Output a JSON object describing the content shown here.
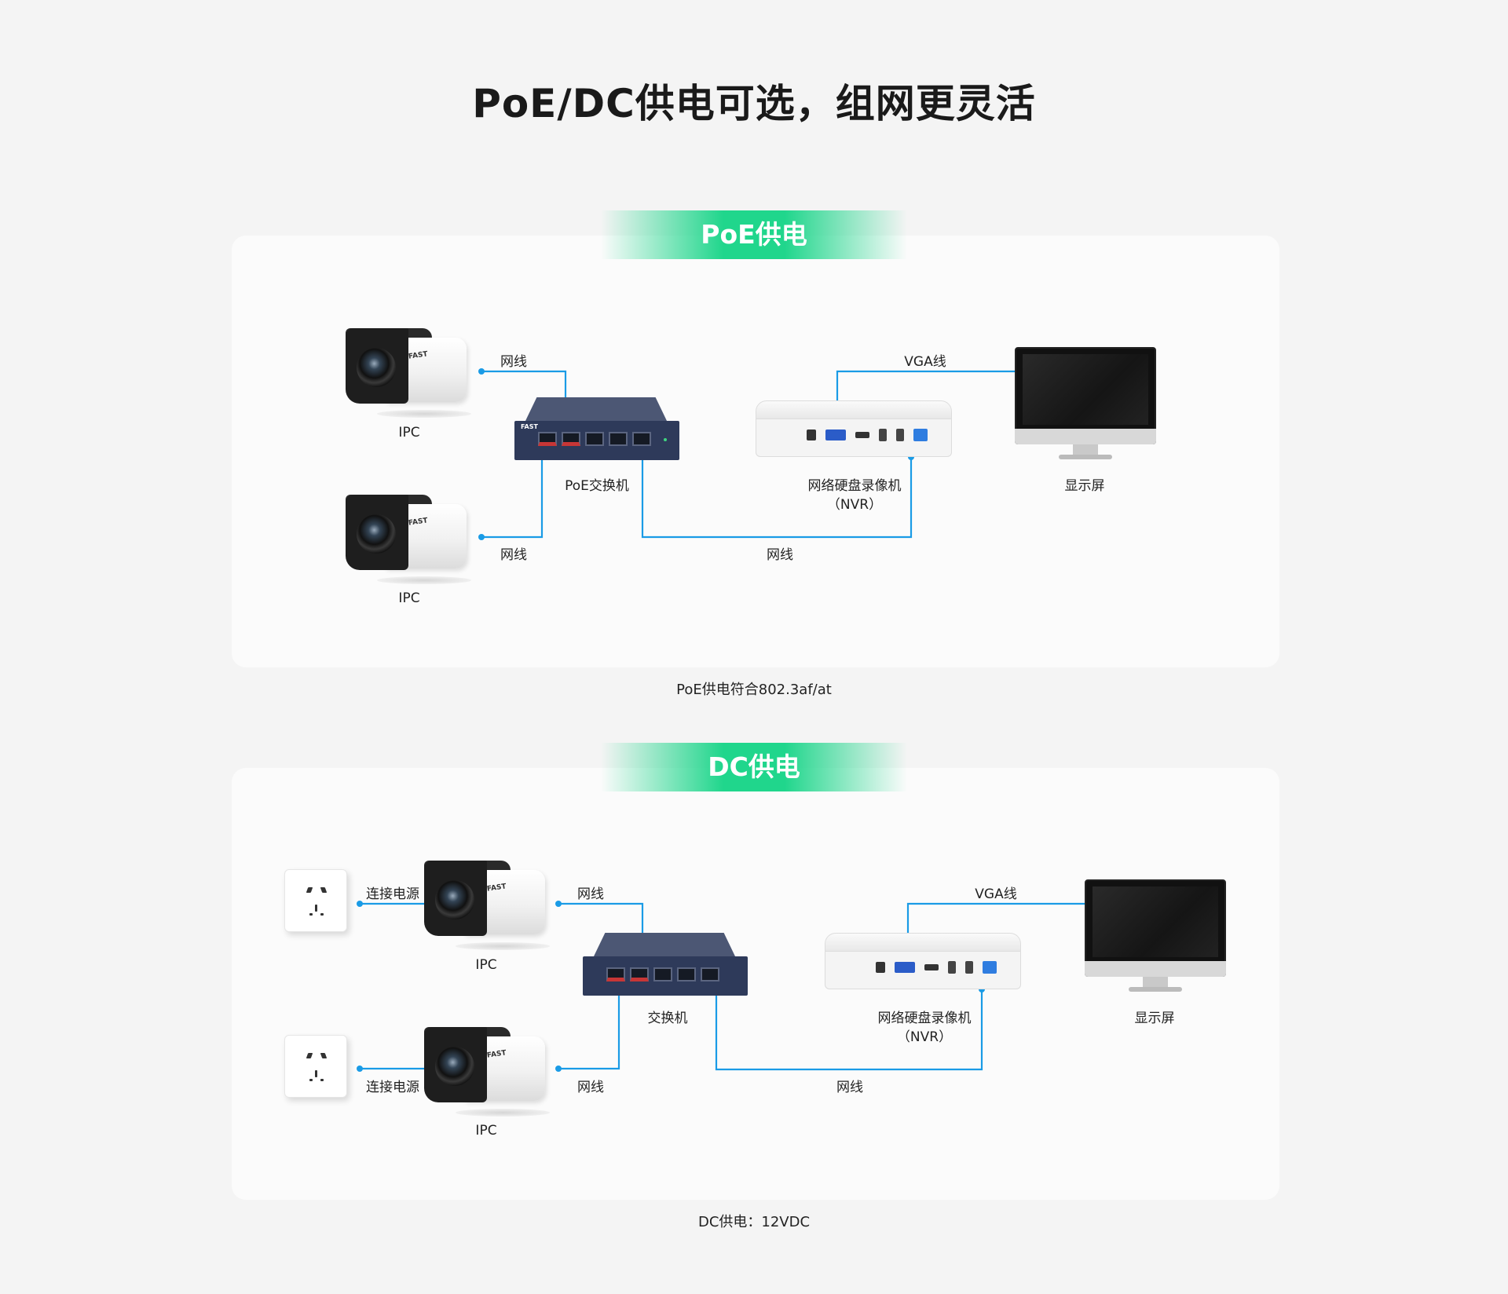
{
  "title": "PoE/DC供电可选，组网更灵活",
  "poe": {
    "badge": "PoE供电",
    "caption": "PoE供电符合802.3af/at",
    "labels": {
      "ipc": "IPC",
      "cable": "网线",
      "vga_cable": "VGA线",
      "switch": "PoE交换机",
      "nvr_line1": "网络硬盘录像机",
      "nvr_line2": "（NVR）",
      "monitor": "显示屏"
    }
  },
  "dc": {
    "badge": "DC供电",
    "caption": "DC供电：12VDC",
    "labels": {
      "ipc": "IPC",
      "cable": "网线",
      "vga_cable": "VGA线",
      "power": "连接电源",
      "switch": "交换机",
      "nvr_line1": "网络硬盘录像机",
      "nvr_line2": "（NVR）",
      "monitor": "显示屏"
    }
  },
  "devices": {
    "camera_brand": "FAST",
    "switch_brand": "FAST"
  },
  "colors": {
    "accent_green": "#20d68c",
    "wire_blue": "#1a9be6"
  }
}
